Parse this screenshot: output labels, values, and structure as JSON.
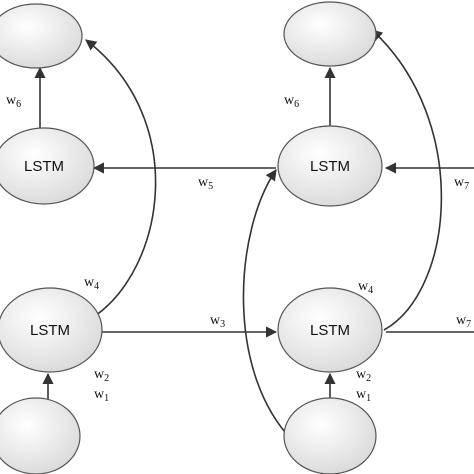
{
  "nodes": {
    "left_top_output": "",
    "left_hidden_top": "LSTM",
    "left_hidden_bottom": "LSTM",
    "left_input": "",
    "right_top_output": "",
    "right_hidden_top": "LSTM",
    "right_hidden_bottom": "LSTM",
    "right_input": ""
  },
  "weights": {
    "w1_left": {
      "base": "w",
      "sub": "1"
    },
    "w2_left": {
      "base": "w",
      "sub": "2"
    },
    "w3": {
      "base": "w",
      "sub": "3"
    },
    "w4_left": {
      "base": "w",
      "sub": "4"
    },
    "w5": {
      "base": "w",
      "sub": "5"
    },
    "w6_left": {
      "base": "w",
      "sub": "6"
    },
    "w1_right": {
      "base": "w",
      "sub": "1"
    },
    "w2_right": {
      "base": "w",
      "sub": "2"
    },
    "w4_right": {
      "base": "w",
      "sub": "4"
    },
    "w6_right": {
      "base": "w",
      "sub": "6"
    },
    "w7_right_top": {
      "base": "w",
      "sub": "7"
    },
    "w7_right_bottom": {
      "base": "w",
      "sub": "7"
    }
  },
  "colors": {
    "node_fill_light": "#ffffff",
    "node_fill_dark": "#dcdcdc",
    "node_stroke": "#555555",
    "edge": "#333333"
  }
}
